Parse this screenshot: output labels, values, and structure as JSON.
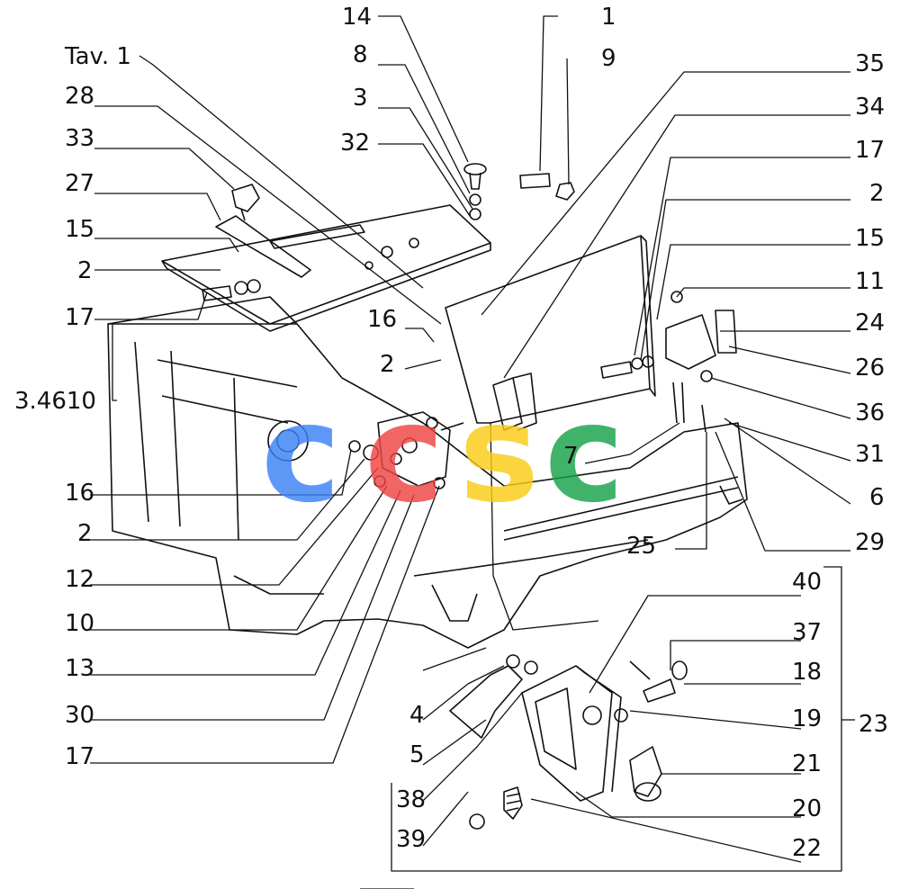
{
  "colors": {
    "line": "#111111",
    "paper": "#ffffff",
    "wm_blue": "#3b82f6",
    "wm_red": "#ef4444",
    "wm_yellow": "#facc15",
    "wm_green": "#16a34a"
  },
  "labels": {
    "l14": "14",
    "l1": "1",
    "l9": "9",
    "l8": "8",
    "l3": "3",
    "l32": "32",
    "tav": "Tav. 1",
    "l28": "28",
    "l33": "33",
    "l27": "27",
    "l15a": "15",
    "l2a": "2",
    "l17a": "17",
    "l3_4610": "3.4610",
    "l16a": "16",
    "l2b": "2",
    "l16b": "16",
    "l2c": "2",
    "l12": "12",
    "l10": "10",
    "l13": "13",
    "l30": "30",
    "l17b": "17",
    "l35": "35",
    "l34": "34",
    "l17c": "17",
    "l2d": "2",
    "l15b": "15",
    "l11": "11",
    "l24": "24",
    "l26": "26",
    "l36": "36",
    "l31": "31",
    "l6": "6",
    "l29": "29",
    "l7": "7",
    "l25": "25",
    "l40": "40",
    "l37": "37",
    "l18": "18",
    "l19": "19",
    "l23": "23",
    "l21": "21",
    "l20": "20",
    "l22": "22",
    "l4": "4",
    "l5": "5",
    "l38": "38",
    "l39": "39"
  }
}
